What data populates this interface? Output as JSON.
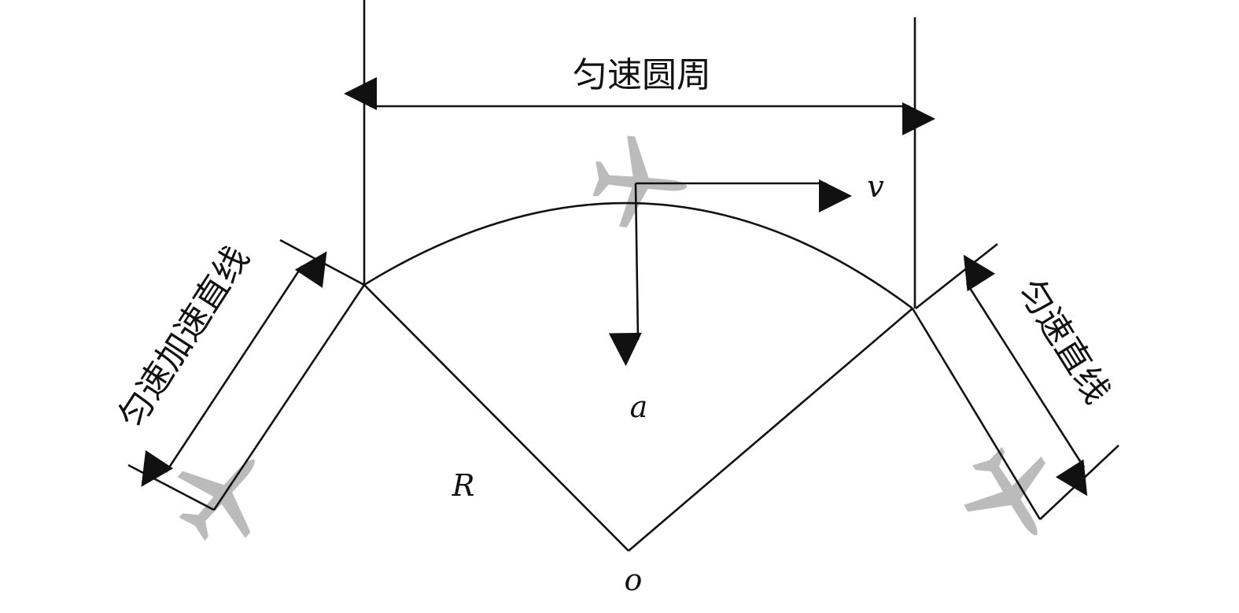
{
  "labels": {
    "arc_phase": "匀速圆周",
    "accel_phase": "匀速加速直线",
    "uniform_phase": "匀速直线",
    "velocity": "v",
    "acceleration": "a",
    "radius": "R",
    "center": "o"
  },
  "icons": {
    "aircraft": "airplane-icon"
  },
  "colors": {
    "line": "#111111",
    "aircraft": "#b4b4b4",
    "background": "#ffffff"
  }
}
